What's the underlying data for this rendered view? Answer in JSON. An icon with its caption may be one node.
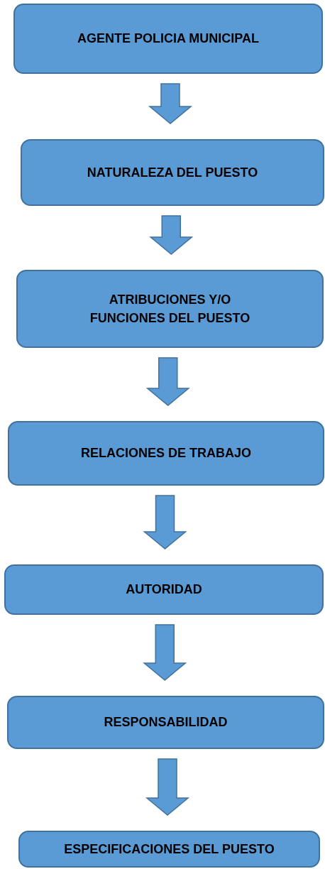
{
  "diagram": {
    "nodes": [
      {
        "text": [
          "AGENTE POLICIA MUNICIPAL"
        ]
      },
      {
        "text": [
          "NATURALEZA DEL PUESTO"
        ]
      },
      {
        "text": [
          "ATRIBUCIONES Y/O FUNCIONES DEL PUESTO"
        ]
      },
      {
        "text": [
          "RELACIONES DE TRABAJO"
        ]
      },
      {
        "text": [
          "AUTORIDAD"
        ]
      },
      {
        "text": [
          "RESPONSABILIDAD"
        ]
      },
      {
        "text": [
          "ESPECIFICACIONES DEL PUESTO"
        ]
      }
    ],
    "edges": [
      {
        "from": 0,
        "to": 1,
        "arrow": "to"
      },
      {
        "from": 1,
        "to": 2,
        "arrow": "to"
      },
      {
        "from": 2,
        "to": 3,
        "arrow": "to"
      },
      {
        "from": 3,
        "to": 4,
        "arrow": "to"
      },
      {
        "from": 4,
        "to": 5,
        "arrow": "to"
      },
      {
        "from": 5,
        "to": 6,
        "arrow": "to"
      }
    ]
  }
}
